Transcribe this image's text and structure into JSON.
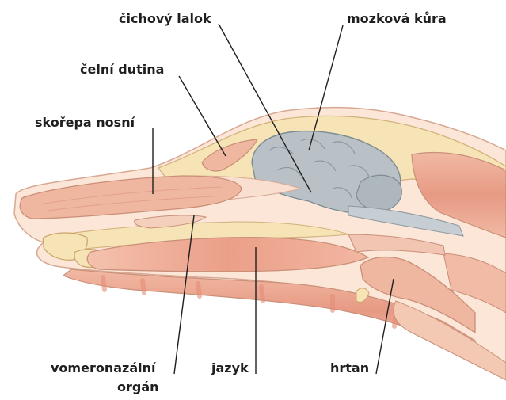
{
  "labels": {
    "olfactory_lobe": "čichový lalok",
    "cerebral_cortex": "mozková kůra",
    "frontal_sinus": "čelní dutina",
    "nasal_turbinate": "skořepa nosní",
    "vomeronasal_line1": "vomeronazální",
    "vomeronasal_line2": "orgán",
    "tongue": "jazyk",
    "larynx": "hrtan"
  },
  "colors": {
    "tissue_pink": "#f3c9b4",
    "muscle_red": "#e9a08a",
    "bone_cream": "#f5e3b0",
    "brain_gray": "#b9c1c7",
    "outline": "#c98f78",
    "text": "#1f1f1f"
  }
}
